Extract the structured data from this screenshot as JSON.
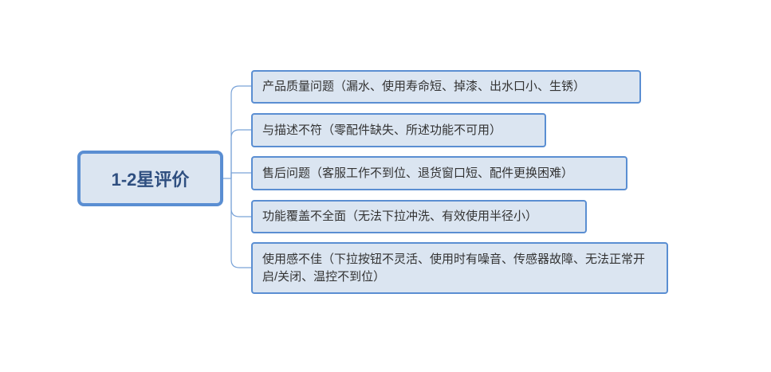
{
  "root": {
    "label": "1-2星评价"
  },
  "branches": [
    {
      "label": "产品质量问题（漏水、使用寿命短、掉漆、出水口小、生锈）"
    },
    {
      "label": "与描述不符（零配件缺失、所述功能不可用）"
    },
    {
      "label": "售后问题（客服工作不到位、退货窗口短、配件更换困难）"
    },
    {
      "label": "功能覆盖不全面（无法下拉冲洗、有效使用半径小）"
    },
    {
      "label": "使用感不佳（下拉按钮不灵活、使用时有噪音、传感器故障、无法正常开启/关闭、温控不到位）"
    }
  ],
  "colors": {
    "border": "#5a8ed2",
    "fill": "#dbe5f1",
    "root_text": "#2f4f80"
  }
}
